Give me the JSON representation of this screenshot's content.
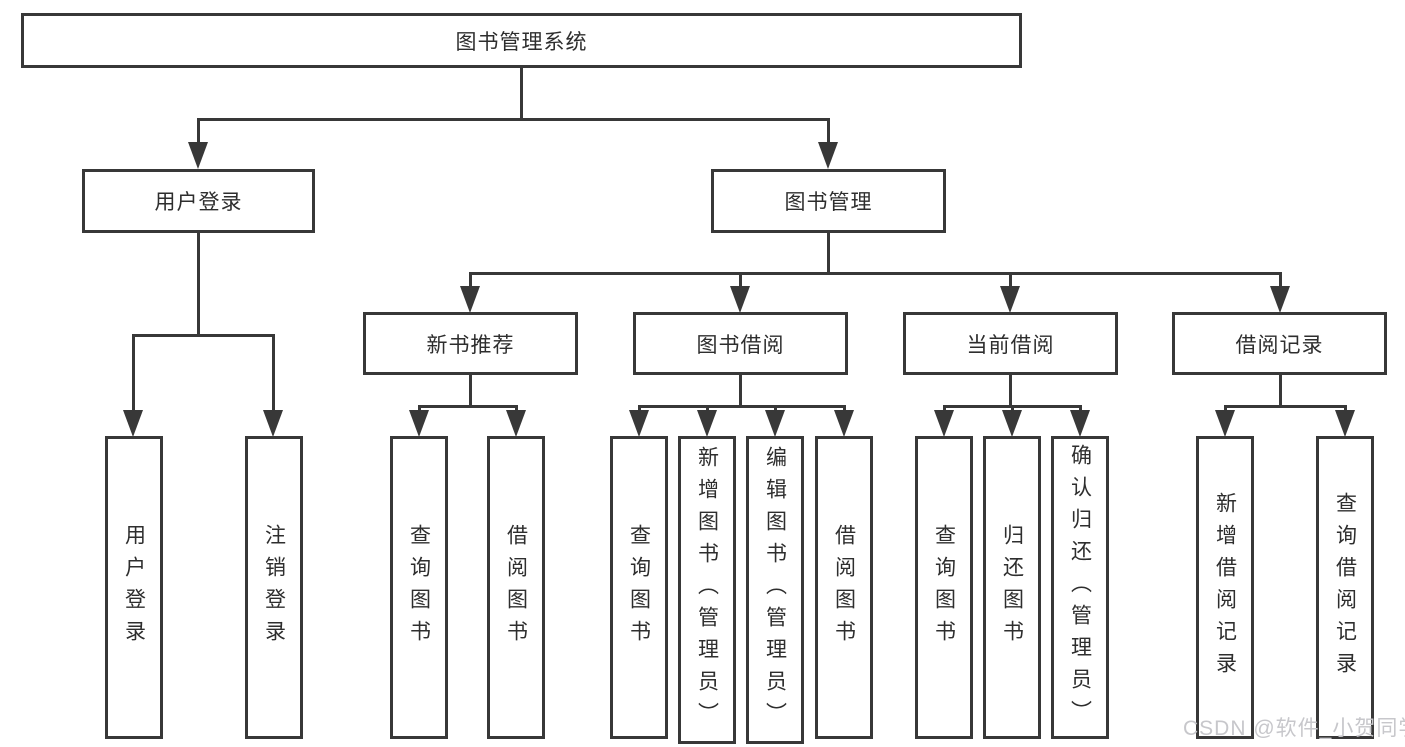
{
  "tree": {
    "label": "图书管理系统",
    "children": [
      {
        "label": "用户登录",
        "children": [
          {
            "label": "用户登录"
          },
          {
            "label": "注销登录"
          }
        ]
      },
      {
        "label": "图书管理",
        "children": [
          {
            "label": "新书推荐",
            "children": [
              {
                "label": "查询图书"
              },
              {
                "label": "借阅图书"
              }
            ]
          },
          {
            "label": "图书借阅",
            "children": [
              {
                "label": "查询图书"
              },
              {
                "label": "新增图书（管理员）"
              },
              {
                "label": "编辑图书（管理员）"
              },
              {
                "label": "借阅图书"
              }
            ]
          },
          {
            "label": "当前借阅",
            "children": [
              {
                "label": "查询图书"
              },
              {
                "label": "归还图书"
              },
              {
                "label": "确认归还（管理员）"
              }
            ]
          },
          {
            "label": "借阅记录",
            "children": [
              {
                "label": "新增借阅记录"
              },
              {
                "label": "查询借阅记录"
              }
            ]
          }
        ]
      }
    ]
  },
  "watermark": {
    "text": "CSDN @软件_小贺同学"
  },
  "colors": {
    "line": "#383838",
    "text": "#2e2e2e",
    "watermark": "#c7c7cb",
    "background": "#ffffff"
  }
}
